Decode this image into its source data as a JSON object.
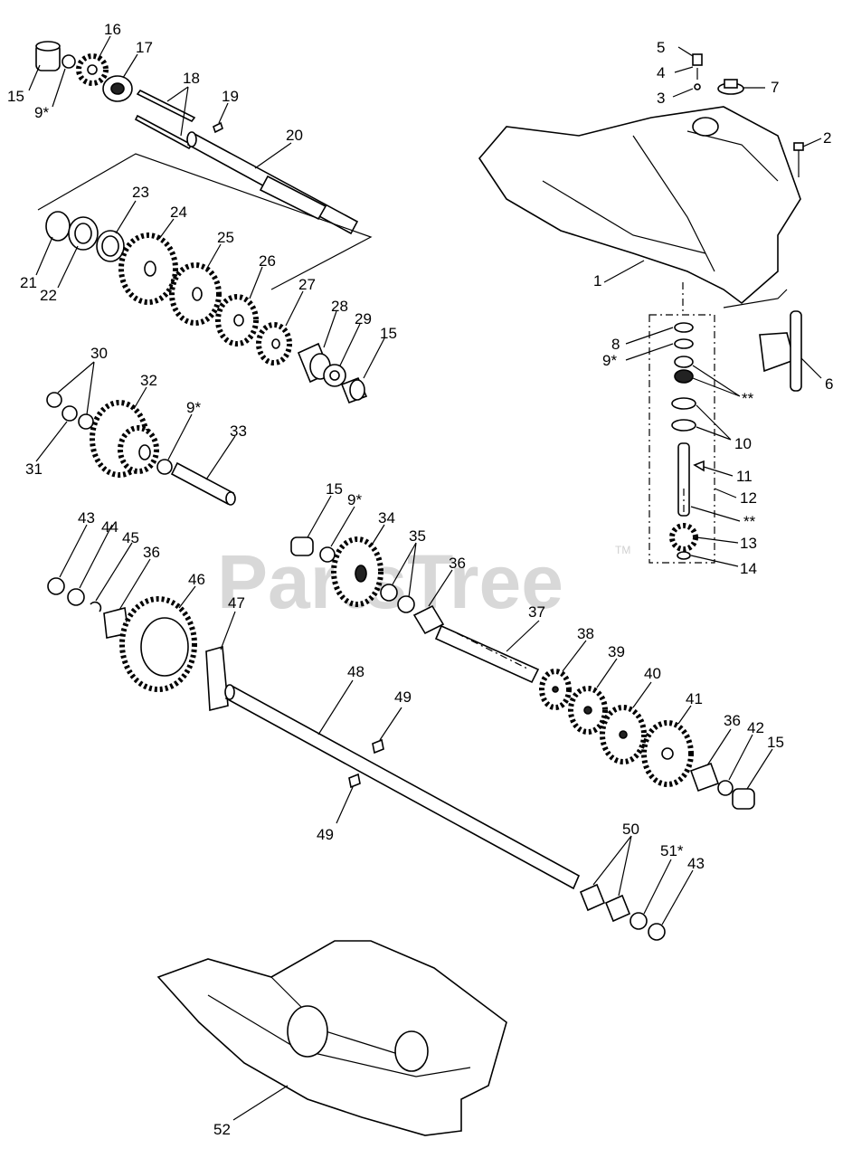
{
  "watermark": "PartsTree",
  "trademark": "TM",
  "callouts": {
    "c1": "1",
    "c2": "2",
    "c3": "3",
    "c4": "4",
    "c5": "5",
    "c6": "6",
    "c7": "7",
    "c8": "8",
    "c9a": "9*",
    "c9b": "9*",
    "c9c": "9*",
    "c9d": "9*",
    "c10": "10",
    "c11": "11",
    "c12": "12",
    "c13": "13",
    "c14": "14",
    "c15a": "15",
    "c15b": "15",
    "c15c": "15",
    "c15d": "15",
    "c16": "16",
    "c17": "17",
    "c18": "18",
    "c19": "19",
    "c20": "20",
    "c21": "21",
    "c22": "22",
    "c23": "23",
    "c24": "24",
    "c25": "25",
    "c26": "26",
    "c27": "27",
    "c28": "28",
    "c29": "29",
    "c30": "30",
    "c31": "31",
    "c32": "32",
    "c33": "33",
    "c34": "34",
    "c35": "35",
    "c36a": "36",
    "c36b": "36",
    "c36c": "36",
    "c37": "37",
    "c38": "38",
    "c39": "39",
    "c40": "40",
    "c41": "41",
    "c42": "42",
    "c43a": "43",
    "c43b": "43",
    "c44": "44",
    "c45": "45",
    "c46": "46",
    "c47": "47",
    "c48": "48",
    "c49a": "49",
    "c49b": "49",
    "c50": "50",
    "c51": "51*",
    "c52": "52",
    "starA": "**",
    "starB": "**"
  },
  "colors": {
    "ink": "#000000",
    "paper": "#ffffff",
    "watermark": "#d8d8d8"
  }
}
